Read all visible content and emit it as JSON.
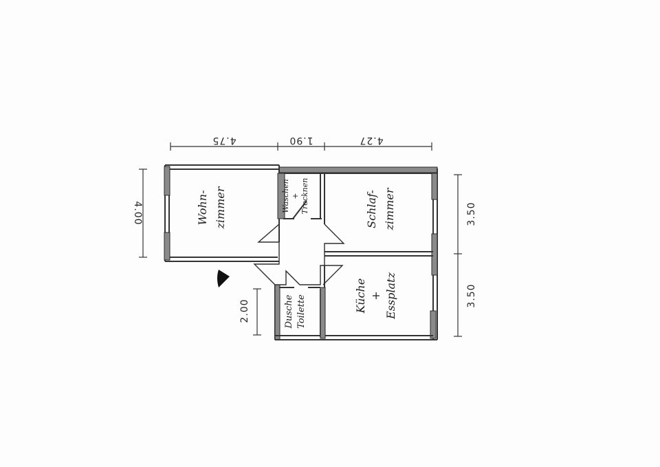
{
  "rooms": {
    "wohnzimmer": [
      "Wohn-",
      "zimmer"
    ],
    "waschen": [
      "Waschen",
      "+",
      "Trocknen"
    ],
    "schlafzimmer": [
      "Schlaf-",
      "zimmer"
    ],
    "dusche": [
      "Dusche",
      "Toilette"
    ],
    "kueche": [
      "Küche",
      "+",
      "Essplatz"
    ]
  },
  "dimensions": {
    "top_left": "4.75",
    "top_middle": "1.90",
    "top_right": "4.27",
    "left": "4.00",
    "left_small": "2.00",
    "right_upper": "3.50",
    "right_lower": "3.50"
  }
}
